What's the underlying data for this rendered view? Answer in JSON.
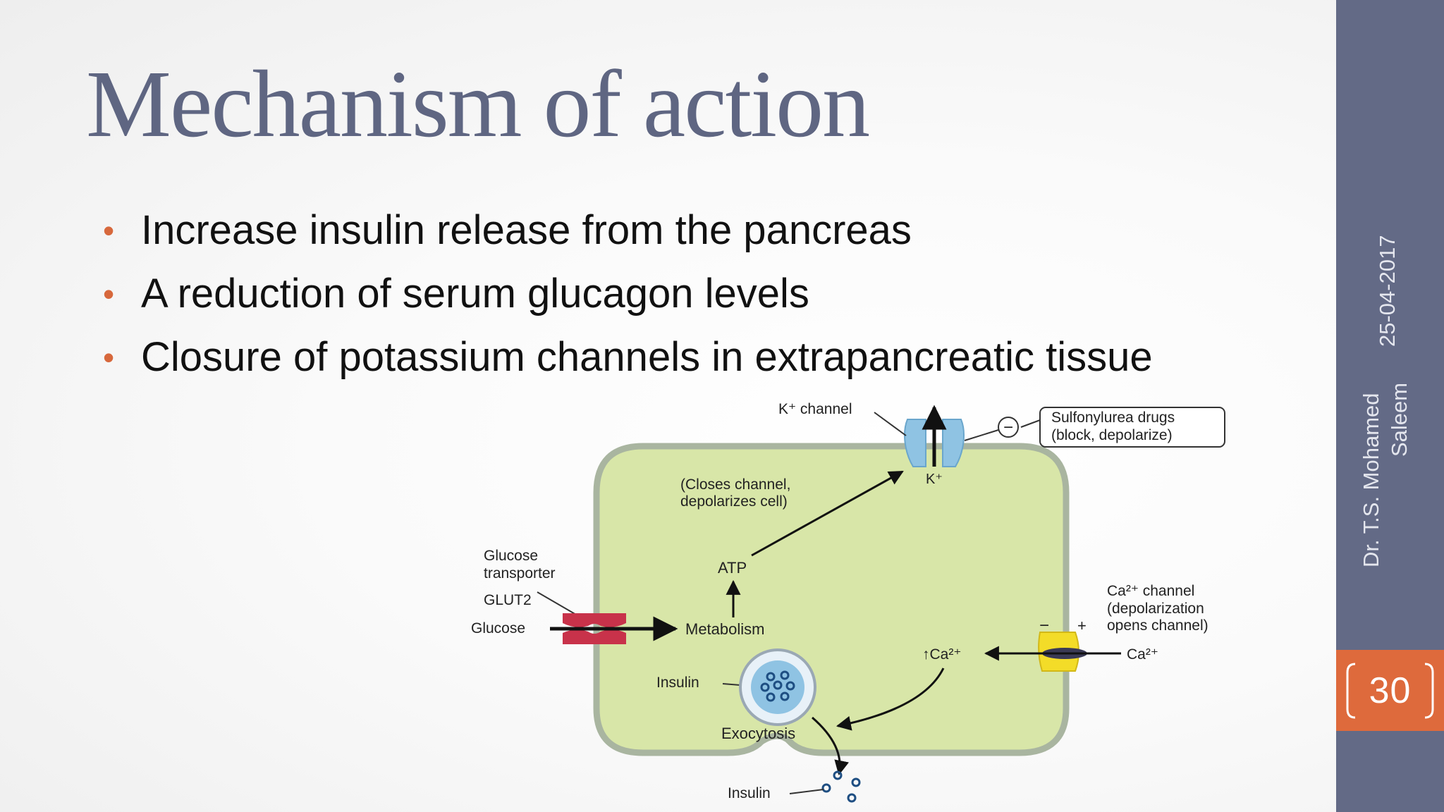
{
  "slide": {
    "title": "Mechanism of action",
    "bullets": [
      "Increase insulin release from the pancreas",
      "A reduction of serum glucagon levels",
      "Closure of potassium channels in extrapancreatic tissue"
    ]
  },
  "diagram": {
    "k_channel": "K⁺ channel",
    "sulfonylurea_line1": "Sulfonylurea drugs",
    "sulfonylurea_line2": "(block, depolarize)",
    "inhibit_sign": "−",
    "k_ion": "K⁺",
    "closes_line1": "(Closes channel,",
    "closes_line2": "depolarizes cell)",
    "atp": "ATP",
    "glucose_transporter_line1": "Glucose",
    "glucose_transporter_line2": "transporter",
    "glut2": "GLUT2",
    "glucose": "Glucose",
    "metabolism": "Metabolism",
    "ca_channel_line1": "Ca²⁺ channel",
    "ca_channel_line2": "(depolarization",
    "ca_channel_line3": "opens channel)",
    "minus_sign": "−",
    "plus_sign": "+",
    "ca_inside": "↑Ca²⁺",
    "ca_outside": "Ca²⁺",
    "insulin_vesicle": "Insulin",
    "exocytosis": "Exocytosis",
    "insulin_released": "Insulin"
  },
  "sidebar": {
    "date": "25-04-2017",
    "author_line1": "Dr. T.S. Mohamed",
    "author_line2": "Saleem",
    "page_number": "30"
  },
  "colors": {
    "title": "#5f6682",
    "bullet_dot": "#d7683c",
    "sidebar": "#636a86",
    "page_box": "#de6a3c",
    "cell_fill": "#d8e6a8",
    "cell_border": "#a9b5a0",
    "k_channel": "#8fc3e3",
    "ca_channel": "#f3dc28",
    "glucose_transporter": "#c8324a"
  }
}
